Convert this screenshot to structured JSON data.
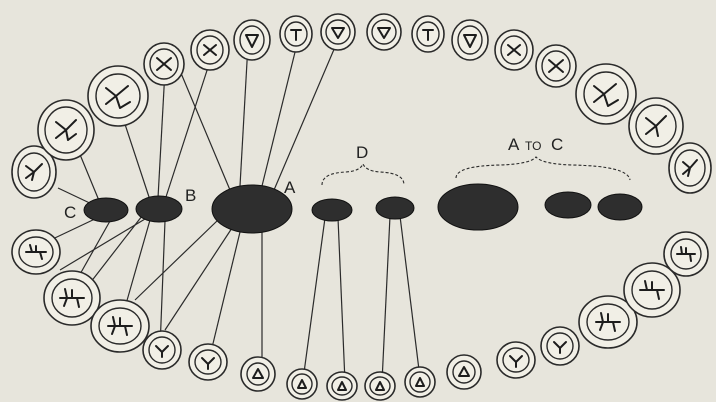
{
  "labels": {
    "c": "C",
    "b": "B",
    "a": "A",
    "d": "D",
    "a_to_c_a": "A",
    "a_to_c_to": "TO",
    "a_to_c_c": "C"
  },
  "colors": {
    "background": "#e7e5dc",
    "ink": "#2a2a2a",
    "blob": "#2e2e2e"
  }
}
